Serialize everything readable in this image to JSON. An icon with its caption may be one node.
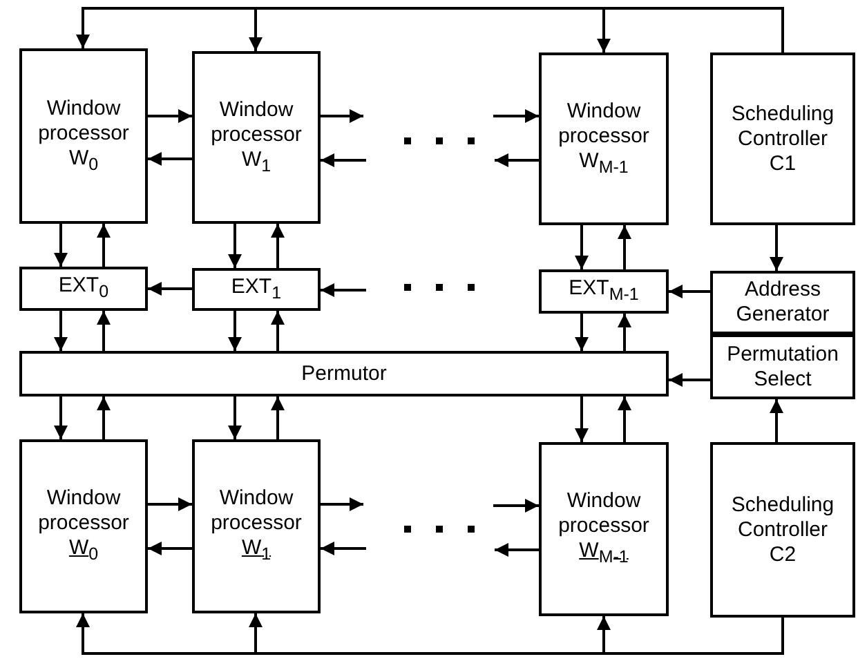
{
  "diagram": {
    "nodes": [
      {
        "text": [
          "Window processor",
          "W$_{0}$"
        ]
      },
      {
        "text": [
          "Window processor",
          "W$_{1}$"
        ]
      },
      {
        "text": [
          "Window processor",
          "W$_{M-1}$"
        ]
      },
      {
        "text": [
          "Scheduling Controller C1"
        ]
      },
      {
        "text": [
          "EXT$_{0}$"
        ]
      },
      {
        "text": [
          "EXT$_{1}$"
        ]
      },
      {
        "text": [
          "EXT$_{M-1}$"
        ]
      },
      {
        "text": [
          "Address Generator"
        ]
      },
      {
        "text": [
          "Permutation Select"
        ]
      },
      {
        "text": [
          "Permutor"
        ]
      },
      {
        "text": [
          "Window processor",
          "W$_{0}$"
        ]
      },
      {
        "text": [
          "Window processor",
          "W$_{1}$"
        ]
      },
      {
        "text": [
          "Window processor",
          "W$_{M-1}$"
        ]
      },
      {
        "text": [
          "Scheduling Controller C2"
        ]
      }
    ],
    "edges": [
      {
        "from": 3,
        "to": 0,
        "arrow": "to"
      },
      {
        "from": 3,
        "to": 1,
        "arrow": "to"
      },
      {
        "from": 3,
        "to": 2,
        "arrow": "to"
      },
      {
        "from": 0,
        "to": 1,
        "arrow": "to"
      },
      {
        "from": 1,
        "to": 0,
        "arrow": "to"
      },
      {
        "from": 1,
        "to": null,
        "arrow": "to"
      },
      {
        "from": null,
        "to": 1,
        "arrow": "to"
      },
      {
        "from": null,
        "to": 2,
        "arrow": "to"
      },
      {
        "from": 2,
        "to": null,
        "arrow": "to"
      },
      {
        "from": 0,
        "to": 4,
        "arrow": "to"
      },
      {
        "from": 4,
        "to": 0,
        "arrow": "to"
      },
      {
        "from": 1,
        "to": 5,
        "arrow": "to"
      },
      {
        "from": 5,
        "to": 1,
        "arrow": "to"
      },
      {
        "from": 2,
        "to": 6,
        "arrow": "to"
      },
      {
        "from": 6,
        "to": 2,
        "arrow": "to"
      },
      {
        "from": 3,
        "to": 7,
        "arrow": "to"
      },
      {
        "from": 7,
        "to": 6,
        "arrow": "to"
      },
      {
        "from": 5,
        "to": 4,
        "arrow": "to"
      },
      {
        "from": null,
        "to": 5,
        "arrow": "to"
      },
      {
        "from": 4,
        "to": 9,
        "arrow": "to"
      },
      {
        "from": 9,
        "to": 4,
        "arrow": "to"
      },
      {
        "from": 5,
        "to": 9,
        "arrow": "to"
      },
      {
        "from": 9,
        "to": 5,
        "arrow": "to"
      },
      {
        "from": 6,
        "to": 9,
        "arrow": "to"
      },
      {
        "from": 9,
        "to": 6,
        "arrow": "to"
      },
      {
        "from": 8,
        "to": 9,
        "arrow": "to"
      },
      {
        "from": 9,
        "to": 10,
        "arrow": "to"
      },
      {
        "from": 10,
        "to": 9,
        "arrow": "to"
      },
      {
        "from": 9,
        "to": 11,
        "arrow": "to"
      },
      {
        "from": 11,
        "to": 9,
        "arrow": "to"
      },
      {
        "from": 9,
        "to": 12,
        "arrow": "to"
      },
      {
        "from": 12,
        "to": 9,
        "arrow": "to"
      },
      {
        "from": 10,
        "to": 11,
        "arrow": "to"
      },
      {
        "from": 11,
        "to": 10,
        "arrow": "to"
      },
      {
        "from": 11,
        "to": null,
        "arrow": "to"
      },
      {
        "from": null,
        "to": 11,
        "arrow": "to"
      },
      {
        "from": null,
        "to": 12,
        "arrow": "to"
      },
      {
        "from": 12,
        "to": null,
        "arrow": "to"
      },
      {
        "from": 13,
        "to": 8,
        "arrow": "to"
      },
      {
        "from": 13,
        "to": 10,
        "arrow": "to"
      },
      {
        "from": 13,
        "to": 11,
        "arrow": "to"
      },
      {
        "from": 13,
        "to": 12,
        "arrow": "to"
      }
    ]
  }
}
